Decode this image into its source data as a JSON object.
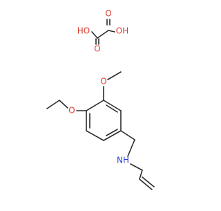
{
  "colors": {
    "background": "#ffffff",
    "bond": "#2b2b2b",
    "oxygen": "#e03a2f",
    "nitrogen": "#2f3fd6",
    "carbon": "#2b2b2b"
  },
  "labels": {
    "ho_left": "HO",
    "oh_right": "OH",
    "o_carbonyl_left": "O",
    "o_carbonyl_right": "O",
    "o_methoxy": "O",
    "o_ethoxy": "O",
    "nh": "NH"
  }
}
